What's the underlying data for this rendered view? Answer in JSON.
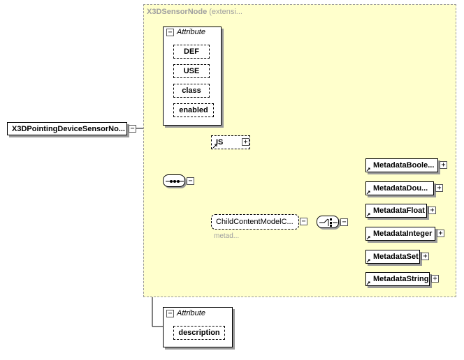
{
  "root": {
    "label": "X3DPointingDeviceSensorNo..."
  },
  "extension": {
    "title_bold": "X3DSensorNode",
    "title_rest": " (extensi..."
  },
  "attribute_group_1": {
    "title": "Attribute",
    "items": [
      "DEF",
      "USE",
      "class",
      "enabled"
    ]
  },
  "is_element": {
    "label": "IS"
  },
  "child_content": {
    "label": "ChildContentModelC...",
    "subtitle": "metad..."
  },
  "metadata_elements": [
    "MetadataBoole...",
    "MetadataDou...",
    "MetadataFloat",
    "MetadataInteger",
    "MetadataSet",
    "MetadataString"
  ],
  "attribute_group_2": {
    "title": "Attribute",
    "items": [
      "description"
    ]
  },
  "colors": {
    "extension_bg": "#ffffcc",
    "extension_border": "#999999",
    "shadow": "#9a9a9a",
    "subtitle": "#a0a0a0"
  },
  "icons": {
    "collapse": "minus-box-icon",
    "expand": "plus-box-icon",
    "sequence": "sequence-compositor-icon",
    "choice": "choice-compositor-icon",
    "reference": "reference-arrow-icon"
  }
}
